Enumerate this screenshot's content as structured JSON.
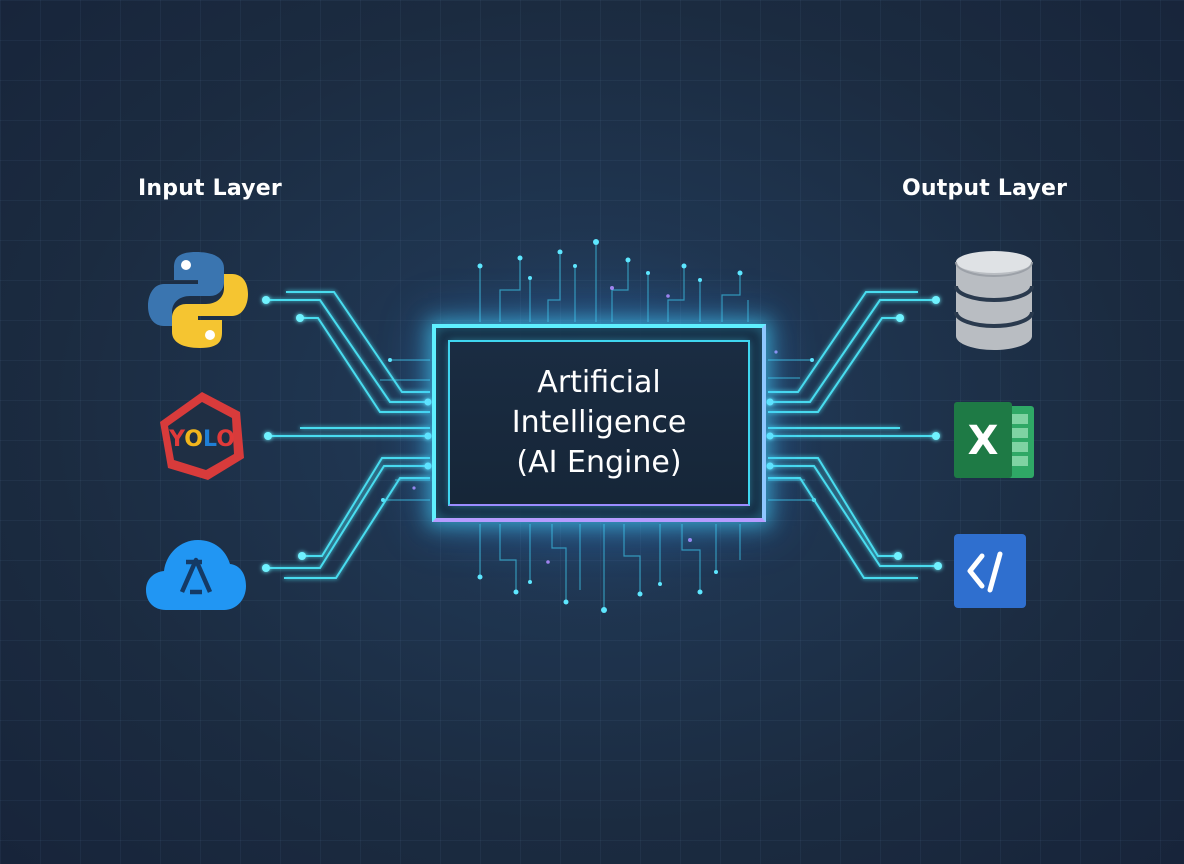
{
  "input_layer": {
    "title": "Input Layer",
    "items": [
      {
        "icon": "python-logo-icon",
        "colors": [
          "#3a75b0",
          "#f5c531"
        ]
      },
      {
        "icon": "yolo-logo-icon",
        "letters": [
          "Y",
          "O",
          "L",
          "O"
        ],
        "colors": [
          "#e03a3a",
          "#f2b51c",
          "#1f7fd6",
          "#e03a3a"
        ],
        "ring_color": "#d83b3b"
      },
      {
        "icon": "cloud-service-icon",
        "colors": [
          "#2196f3"
        ]
      }
    ]
  },
  "engine": {
    "label": "Artificial\nIntelligence\n(AI Engine)",
    "border_color": "#5ff0ff",
    "accent_color": "#b59cff"
  },
  "output_layer": {
    "title": "Output Layer",
    "items": [
      {
        "icon": "database-icon",
        "colors": [
          "#c9ccd0"
        ]
      },
      {
        "icon": "excel-spreadsheet-icon",
        "letter": "X",
        "colors": [
          "#1e7a45",
          "#2fa866"
        ]
      },
      {
        "icon": "code-editor-icon",
        "colors": [
          "#2f6fcf"
        ]
      }
    ]
  },
  "connector_color": "#49dcef"
}
